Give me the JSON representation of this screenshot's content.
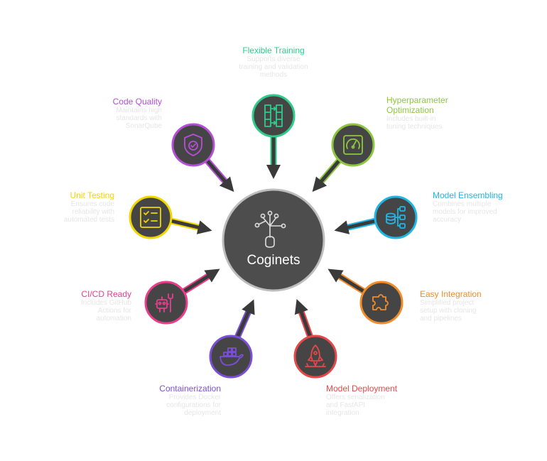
{
  "center": {
    "title": "Coginets"
  },
  "colors": {
    "hub_fill": "#4d4d4d",
    "hub_ring": "#bdbdbd",
    "node_fill": "#454545",
    "description_text": "#e6e6e6"
  },
  "items": [
    {
      "key": "flexible_training",
      "title": "Flexible Training",
      "color": "#2ecc8a",
      "icon": "columns-transfer-icon",
      "description": [
        "Supports diverse",
        "training and validation",
        "methods"
      ]
    },
    {
      "key": "hyperparameter_optimization",
      "title": [
        "Hyperparameter",
        "Optimization"
      ],
      "color": "#8dc63f",
      "icon": "gauge-icon",
      "description": [
        "Includes built-in",
        "tuning techniques"
      ]
    },
    {
      "key": "model_ensembling",
      "title": "Model Ensembling",
      "color": "#1fb6e6",
      "icon": "database-nodes-icon",
      "description": [
        "Combines multiple",
        "models for improved",
        "accuracy"
      ]
    },
    {
      "key": "easy_integration",
      "title": "Easy Integration",
      "color": "#f08c2a",
      "icon": "puzzle-icon",
      "description": [
        "Simplified project",
        "setup with cloning",
        "and pipelines"
      ]
    },
    {
      "key": "model_deployment",
      "title": "Model Deployment",
      "color": "#e8474a",
      "icon": "rocket-icon",
      "description": [
        "Offers serialization",
        "and FastAPI",
        "integration"
      ]
    },
    {
      "key": "containerization",
      "title": "Containerization",
      "color": "#7b4fd6",
      "icon": "docker-whale-icon",
      "description": [
        "Provides Docker",
        "configurations for",
        "deployment"
      ]
    },
    {
      "key": "ci_cd_ready",
      "title": "CI/CD Ready",
      "color": "#e83e8c",
      "icon": "robot-wrench-icon",
      "description": [
        "Includes GitHub",
        "Actions for",
        "automation"
      ]
    },
    {
      "key": "unit_testing",
      "title": "Unit Testing",
      "color": "#f2d600",
      "icon": "checklist-icon",
      "description": [
        "Ensures code",
        "reliability with",
        "automated tests"
      ]
    },
    {
      "key": "code_quality",
      "title": "Code Quality",
      "color": "#b44fd6",
      "icon": "shield-check-icon",
      "description": [
        "Maintains high",
        "standards with",
        "SonarQube"
      ]
    }
  ]
}
